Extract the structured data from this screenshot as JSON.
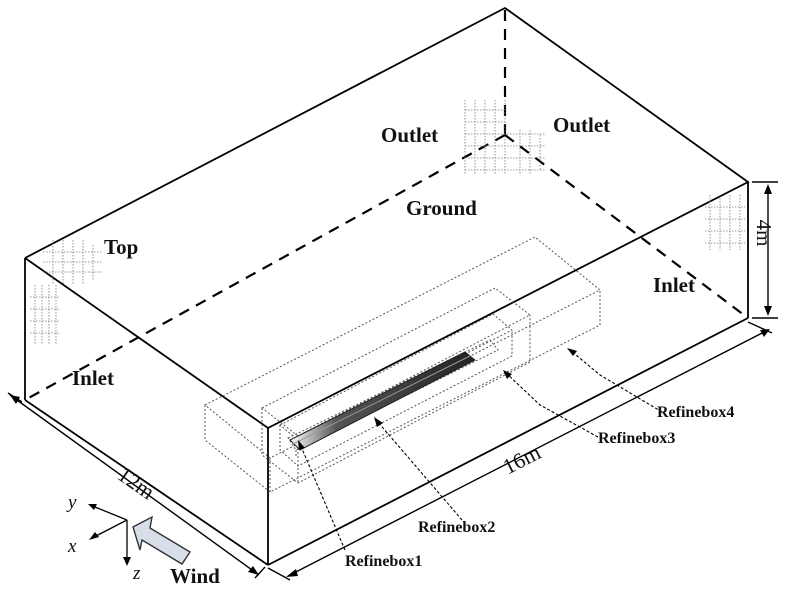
{
  "labels": {
    "outlet_left": "Outlet",
    "outlet_right": "Outlet",
    "ground": "Ground",
    "top": "Top",
    "inlet_left": "Inlet",
    "inlet_right": "Inlet",
    "dim_height": "4m",
    "dim_length": "16m",
    "dim_width": "12m",
    "refine1": "Refinebox1",
    "refine2": "Refinebox2",
    "refine3": "Refinebox3",
    "refine4": "Refinebox4",
    "axis_x": "x",
    "axis_y": "y",
    "axis_z": "z",
    "wind": "Wind"
  },
  "colors": {
    "line": "#000000",
    "background": "#ffffff",
    "wind_arrow": "#d7dee8"
  }
}
